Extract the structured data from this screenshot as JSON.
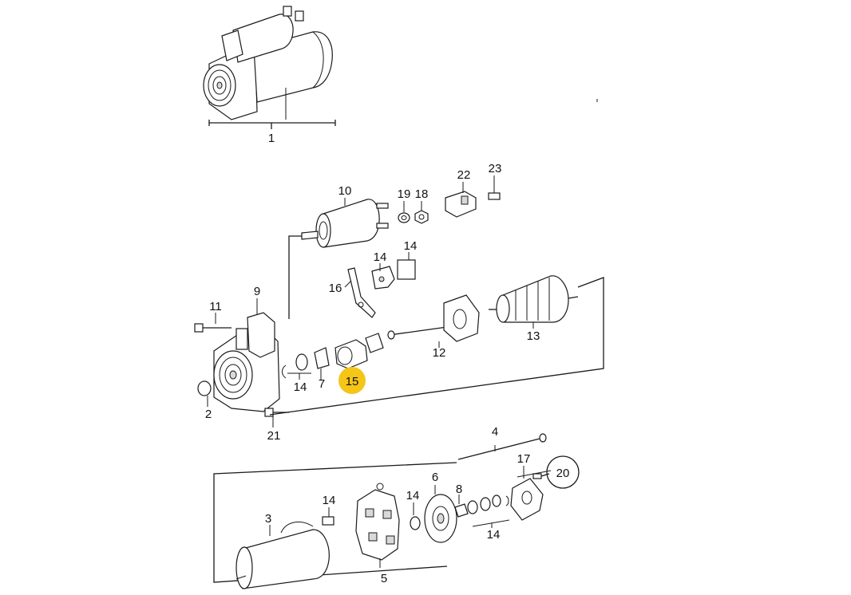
{
  "callouts": {
    "c1": "1",
    "c2": "2",
    "c3": "3",
    "c4": "4",
    "c5": "5",
    "c6": "6",
    "c7": "7",
    "c8": "8",
    "c9": "9",
    "c10": "10",
    "c11": "11",
    "c12": "12",
    "c13": "13",
    "c14a": "14",
    "c14b": "14",
    "c14c": "14",
    "c14d": "14",
    "c14e": "14",
    "c14f": "14",
    "c15": "15",
    "c16": "16",
    "c17": "17",
    "c18": "18",
    "c19": "19",
    "c20": "20",
    "c21": "21",
    "c22": "22",
    "c23": "23"
  },
  "highlight": {
    "part": "15",
    "color": "#f5c518"
  },
  "circled": {
    "part": "20"
  }
}
